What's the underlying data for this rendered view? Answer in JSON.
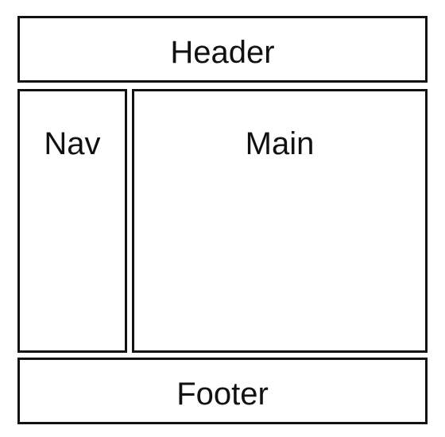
{
  "layout": {
    "header": {
      "label": "Header"
    },
    "nav": {
      "label": "Nav"
    },
    "main": {
      "label": "Main"
    },
    "footer": {
      "label": "Footer"
    }
  },
  "colors": {
    "stroke": "#111111",
    "background": "#ffffff",
    "text": "#111111"
  }
}
